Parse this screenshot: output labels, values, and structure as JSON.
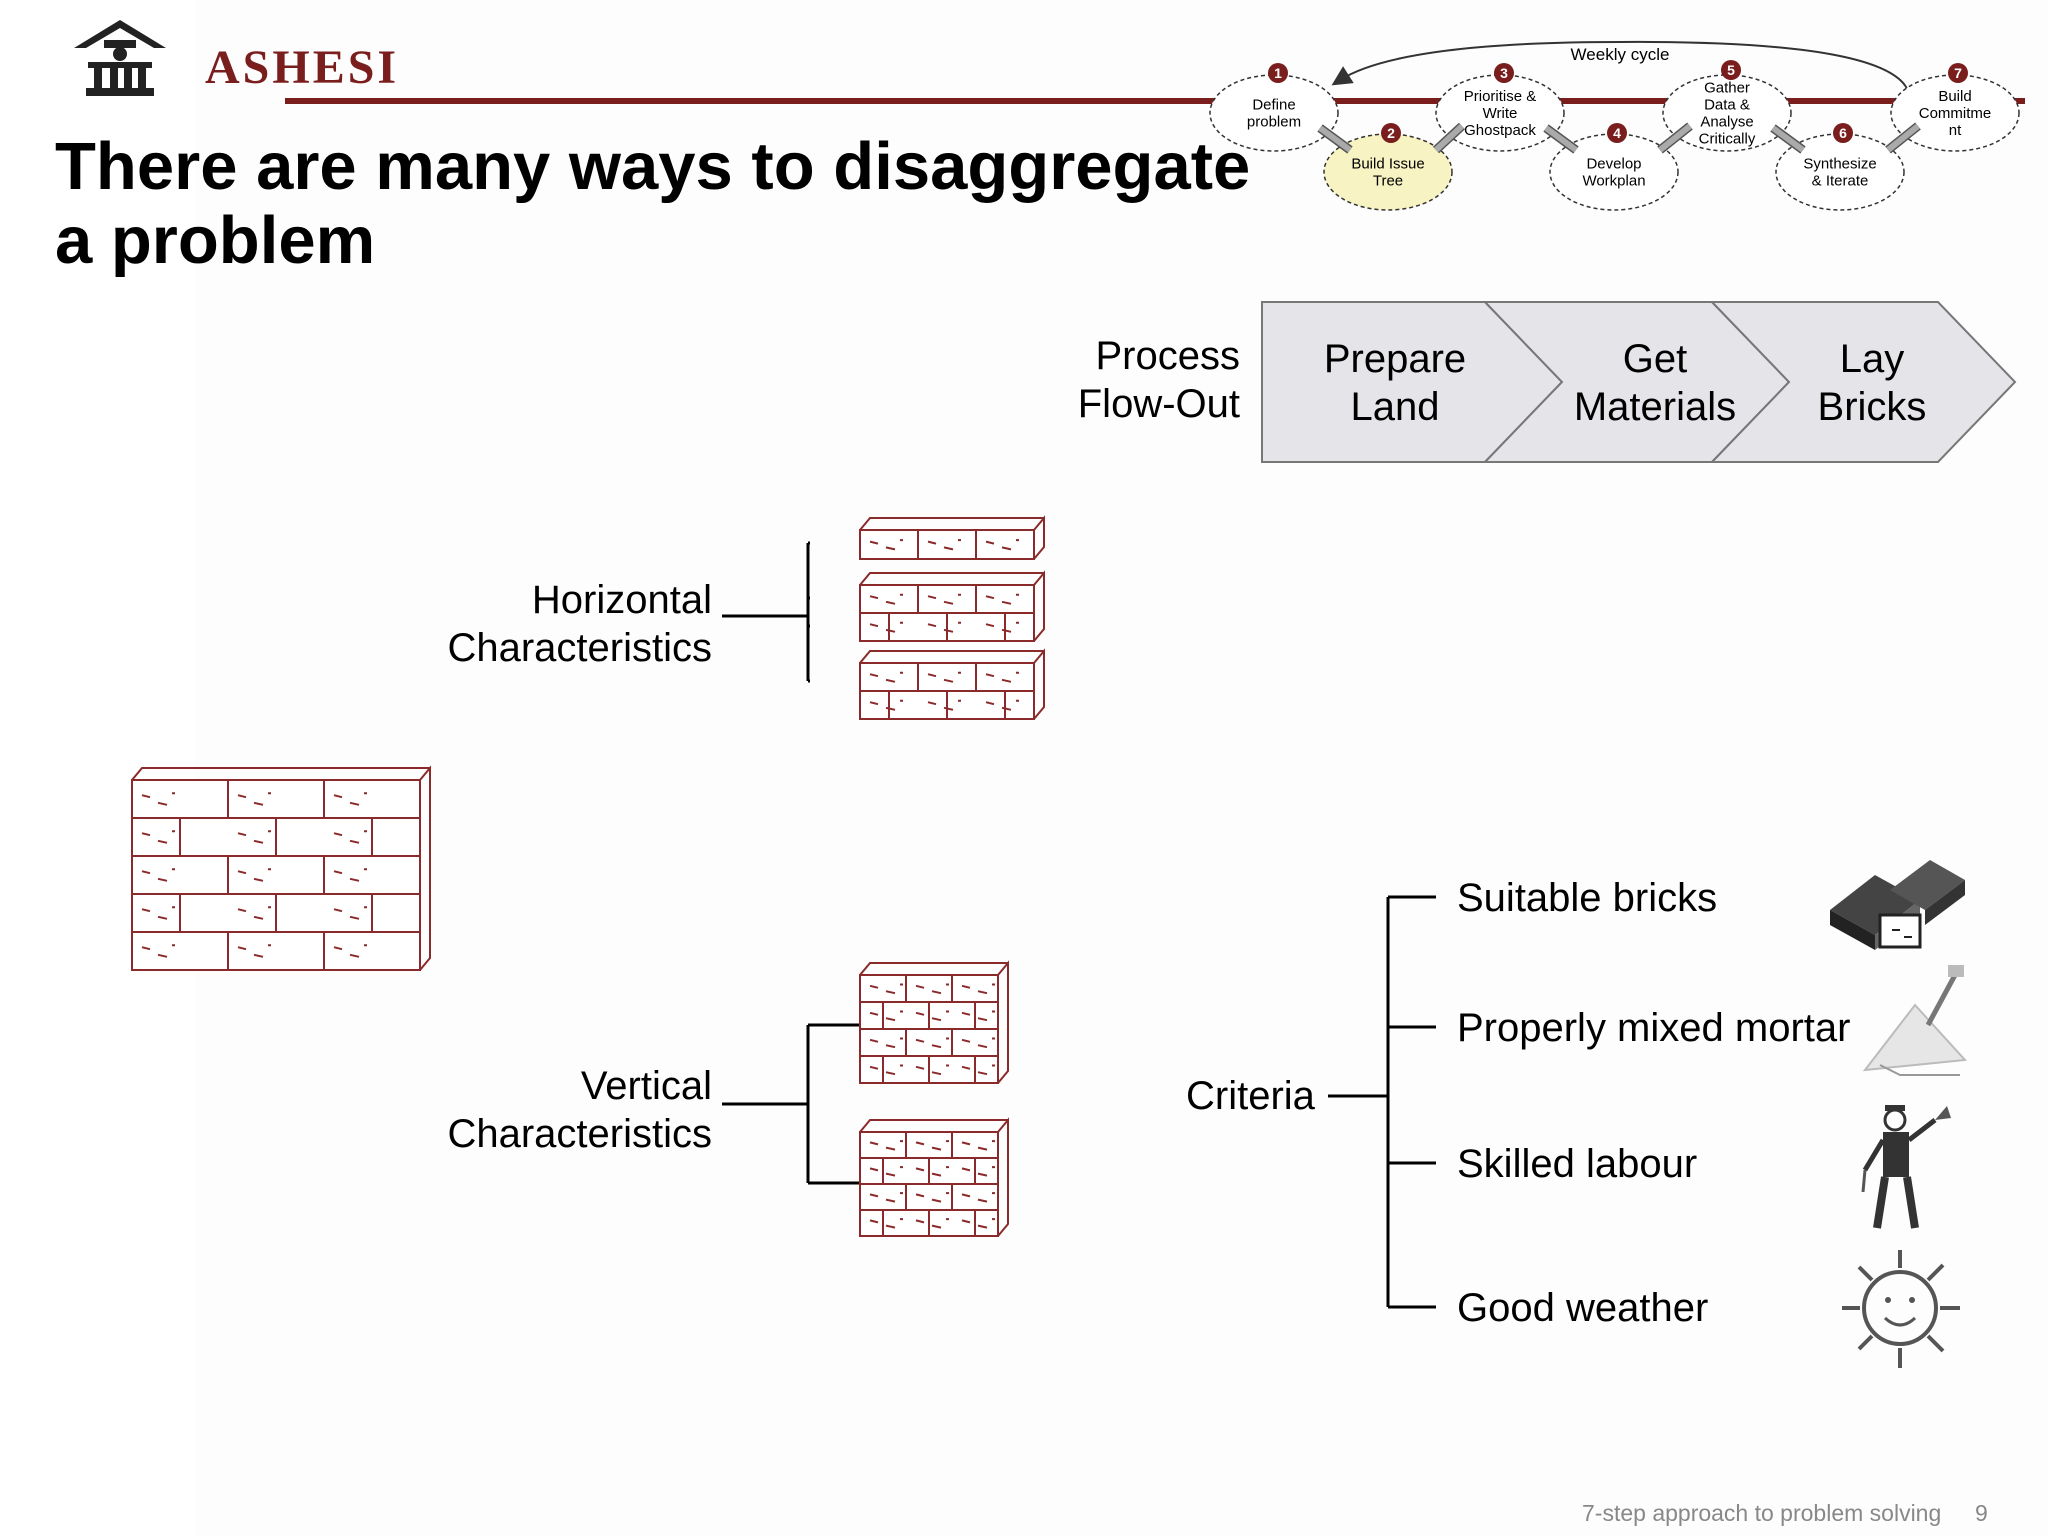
{
  "header": {
    "logo_text": "ASHESI",
    "title_line1": "There are many ways to disaggregate",
    "title_line2": "a problem"
  },
  "cycle": {
    "weekly_label": "Weekly cycle",
    "steps": [
      {
        "num": "1",
        "label_lines": [
          "Define",
          "problem"
        ]
      },
      {
        "num": "2",
        "label_lines": [
          "Build Issue",
          "Tree"
        ]
      },
      {
        "num": "3",
        "label_lines": [
          "Prioritise &",
          "Write",
          "Ghostpack"
        ]
      },
      {
        "num": "4",
        "label_lines": [
          "Develop",
          "Workplan"
        ]
      },
      {
        "num": "5",
        "label_lines": [
          "Gather",
          "Data &",
          "Analyse",
          "Critically"
        ]
      },
      {
        "num": "6",
        "label_lines": [
          "Synthesize",
          "& Iterate"
        ]
      },
      {
        "num": "7",
        "label_lines": [
          "Build",
          "Commitme",
          "nt"
        ]
      }
    ]
  },
  "process": {
    "label_line1": "Process",
    "label_line2": "Flow-Out",
    "steps": [
      {
        "line1": "Prepare",
        "line2": "Land"
      },
      {
        "line1": "Get",
        "line2": "Materials"
      },
      {
        "line1": "Lay",
        "line2": "Bricks"
      }
    ]
  },
  "horizontal": {
    "line1": "Horizontal",
    "line2": "Characteristics"
  },
  "vertical": {
    "line1": "Vertical",
    "line2": "Characteristics"
  },
  "criteria": {
    "label": "Criteria",
    "items": [
      "Suitable bricks",
      "Properly mixed mortar",
      "Skilled labour",
      "Good weather"
    ]
  },
  "footer": {
    "text": "7-step approach to problem solving",
    "page": "9"
  },
  "colors": {
    "brand": "#7a1d1d",
    "brick": "#8b2a2a",
    "chevron_fill": "#e5e4e8",
    "highlight": "#f7f3c2"
  }
}
